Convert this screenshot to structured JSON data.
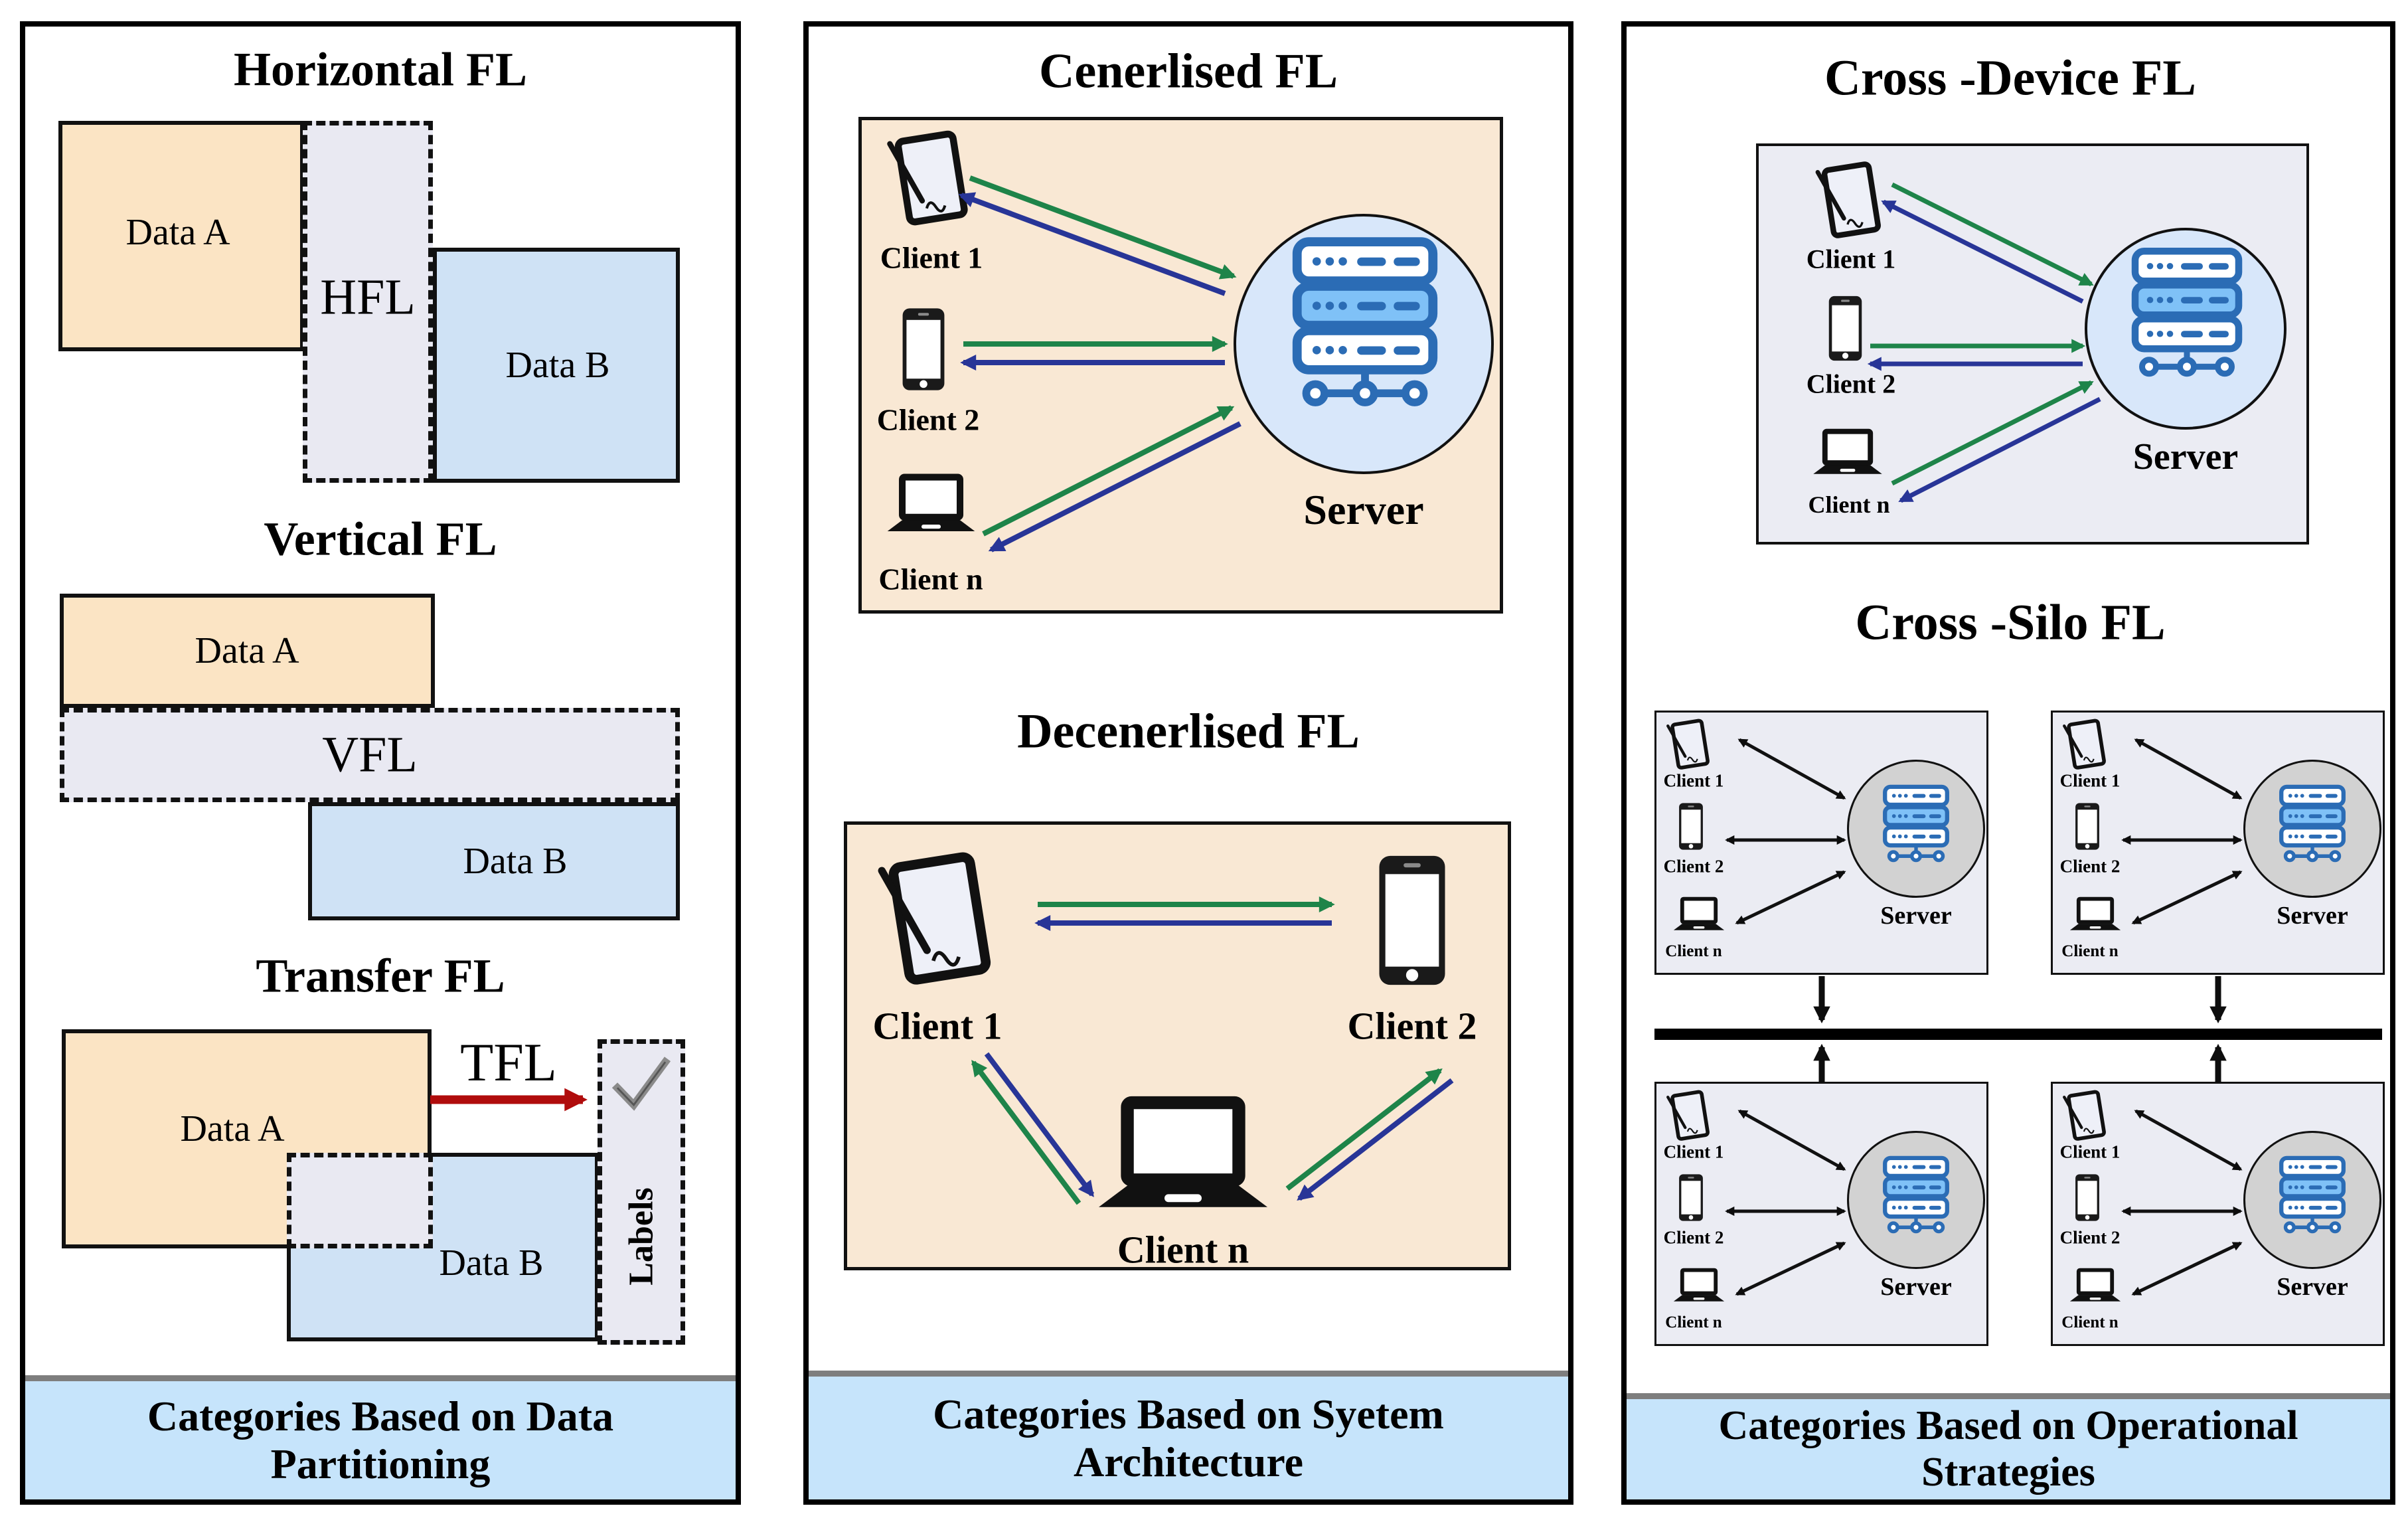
{
  "shared": {
    "data_a": "Data A",
    "data_b": "Data B",
    "client1": "Client 1",
    "client2": "Client 2",
    "client_n": "Client n",
    "server": "Server"
  },
  "left": {
    "title_horizontal": "Horizontal FL",
    "title_vertical": "Vertical FL",
    "title_transfer": "Transfer FL",
    "hfl": "HFL",
    "vfl": "VFL",
    "tfl": "TFL",
    "labels": "Labels",
    "caption": "Categories Based on Data Partitioning"
  },
  "middle": {
    "title_centralised": "Cenerlised FL",
    "title_decentralised": "Decenerlised FL",
    "caption": "Categories Based on Syetem Architecture"
  },
  "right": {
    "title_cross_device": "Cross -Device FL",
    "title_cross_silo": "Cross -Silo FL",
    "caption": "Categories Based on Operational Strategies"
  },
  "colors": {
    "upload_arrow_green": "#1e8449",
    "download_arrow_navy": "#283597",
    "transfer_arrow_red": "#b00c0c",
    "banner_blue": "#c6e4fb",
    "data_a_peach": "#fbe4c4",
    "data_b_blue": "#cfe2f5",
    "overlap_lavender": "#e9e9f2",
    "server_circle_blue": "#d8e7fa",
    "server_circle_gray": "#d2d2d2",
    "server_icon_blue": "#2b6cb5"
  }
}
